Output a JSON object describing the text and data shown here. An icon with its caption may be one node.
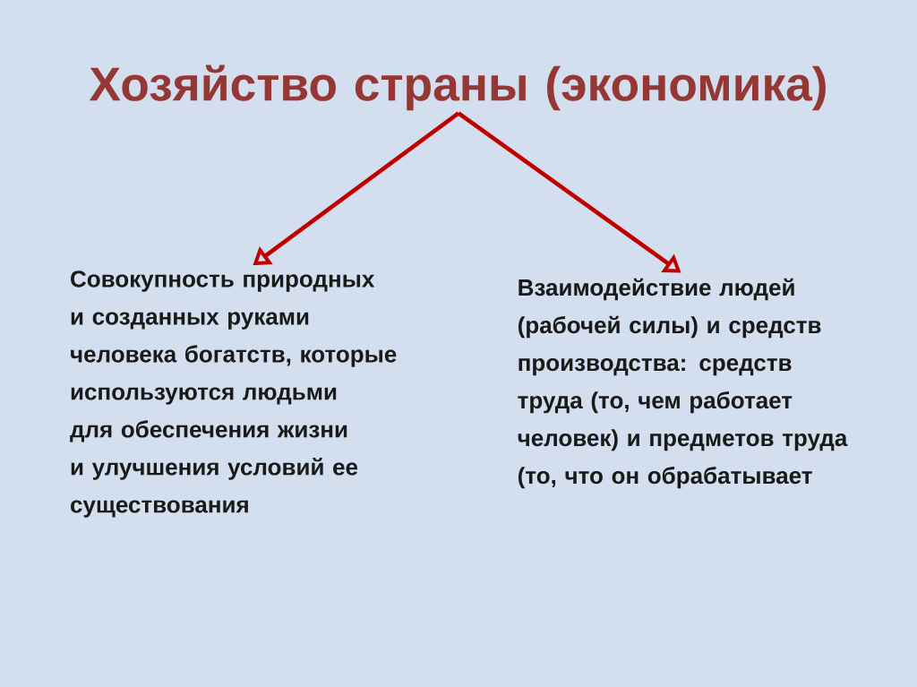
{
  "diagram": {
    "nodes": [
      {
        "text": [
          "Хозяйство страны (экономика)"
        ]
      },
      {
        "text": [
          "Совокупность природных и созданных руками человека богатств, которые используются людьми для обеспечения жизни и улучшения условий ее существования"
        ]
      },
      {
        "text": [
          "Взаимодействие людей (рабочей силы) и средств производства: средств труда (то, чем работает человек) и предметов труда (то, что он обрабатывает"
        ]
      }
    ],
    "edges": [
      {
        "from": 0,
        "to": 1,
        "arrow": "to",
        "color": "#c00000"
      },
      {
        "from": 0,
        "to": 2,
        "arrow": "to",
        "color": "#c00000"
      }
    ]
  }
}
